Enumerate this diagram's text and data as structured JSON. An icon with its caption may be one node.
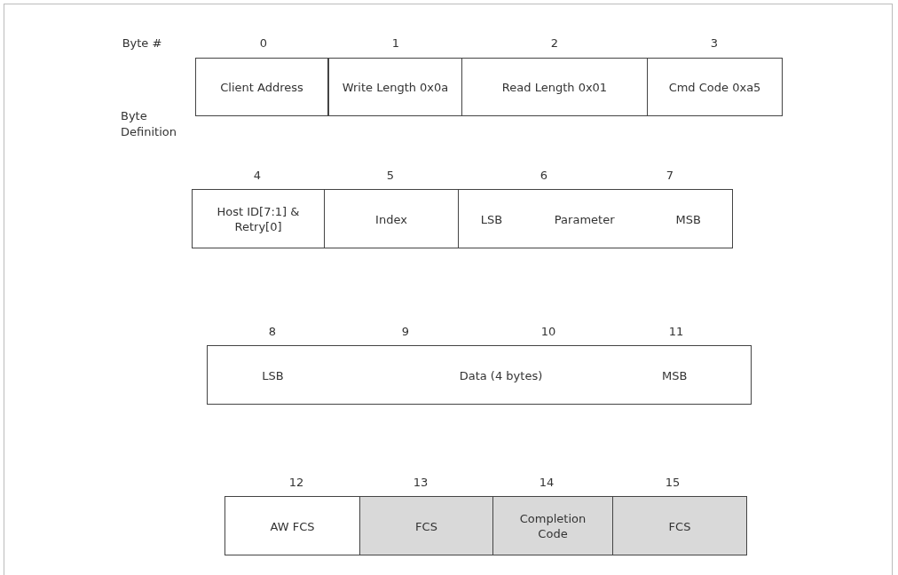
{
  "diagram": {
    "nodes": [
      {
        "text": [
          "Client Address"
        ]
      },
      {
        "text": [
          "Write Length 0x0a"
        ]
      },
      {
        "text": [
          "Read Length 0x01"
        ]
      },
      {
        "text": [
          "Cmd Code 0xa5"
        ]
      },
      {
        "text": [
          "Host ID[7:1] & Retry[0]"
        ]
      },
      {
        "text": [
          "Index"
        ]
      },
      {
        "text": [
          "LSB",
          "Parameter",
          "MSB"
        ]
      },
      {
        "text": [
          "LSB",
          "Data (4 bytes)",
          "MSB"
        ]
      },
      {
        "text": [
          "AW FCS"
        ]
      },
      {
        "text": [
          "FCS"
        ]
      },
      {
        "text": [
          "Completion Code"
        ]
      },
      {
        "text": [
          "FCS"
        ]
      }
    ],
    "labels": [
      "Byte #",
      "0",
      "1",
      "2",
      "3",
      "Byte Definition",
      "4",
      "5",
      "6",
      "7",
      "8",
      "9",
      "10",
      "11",
      "12",
      "13",
      "14",
      "15"
    ]
  }
}
